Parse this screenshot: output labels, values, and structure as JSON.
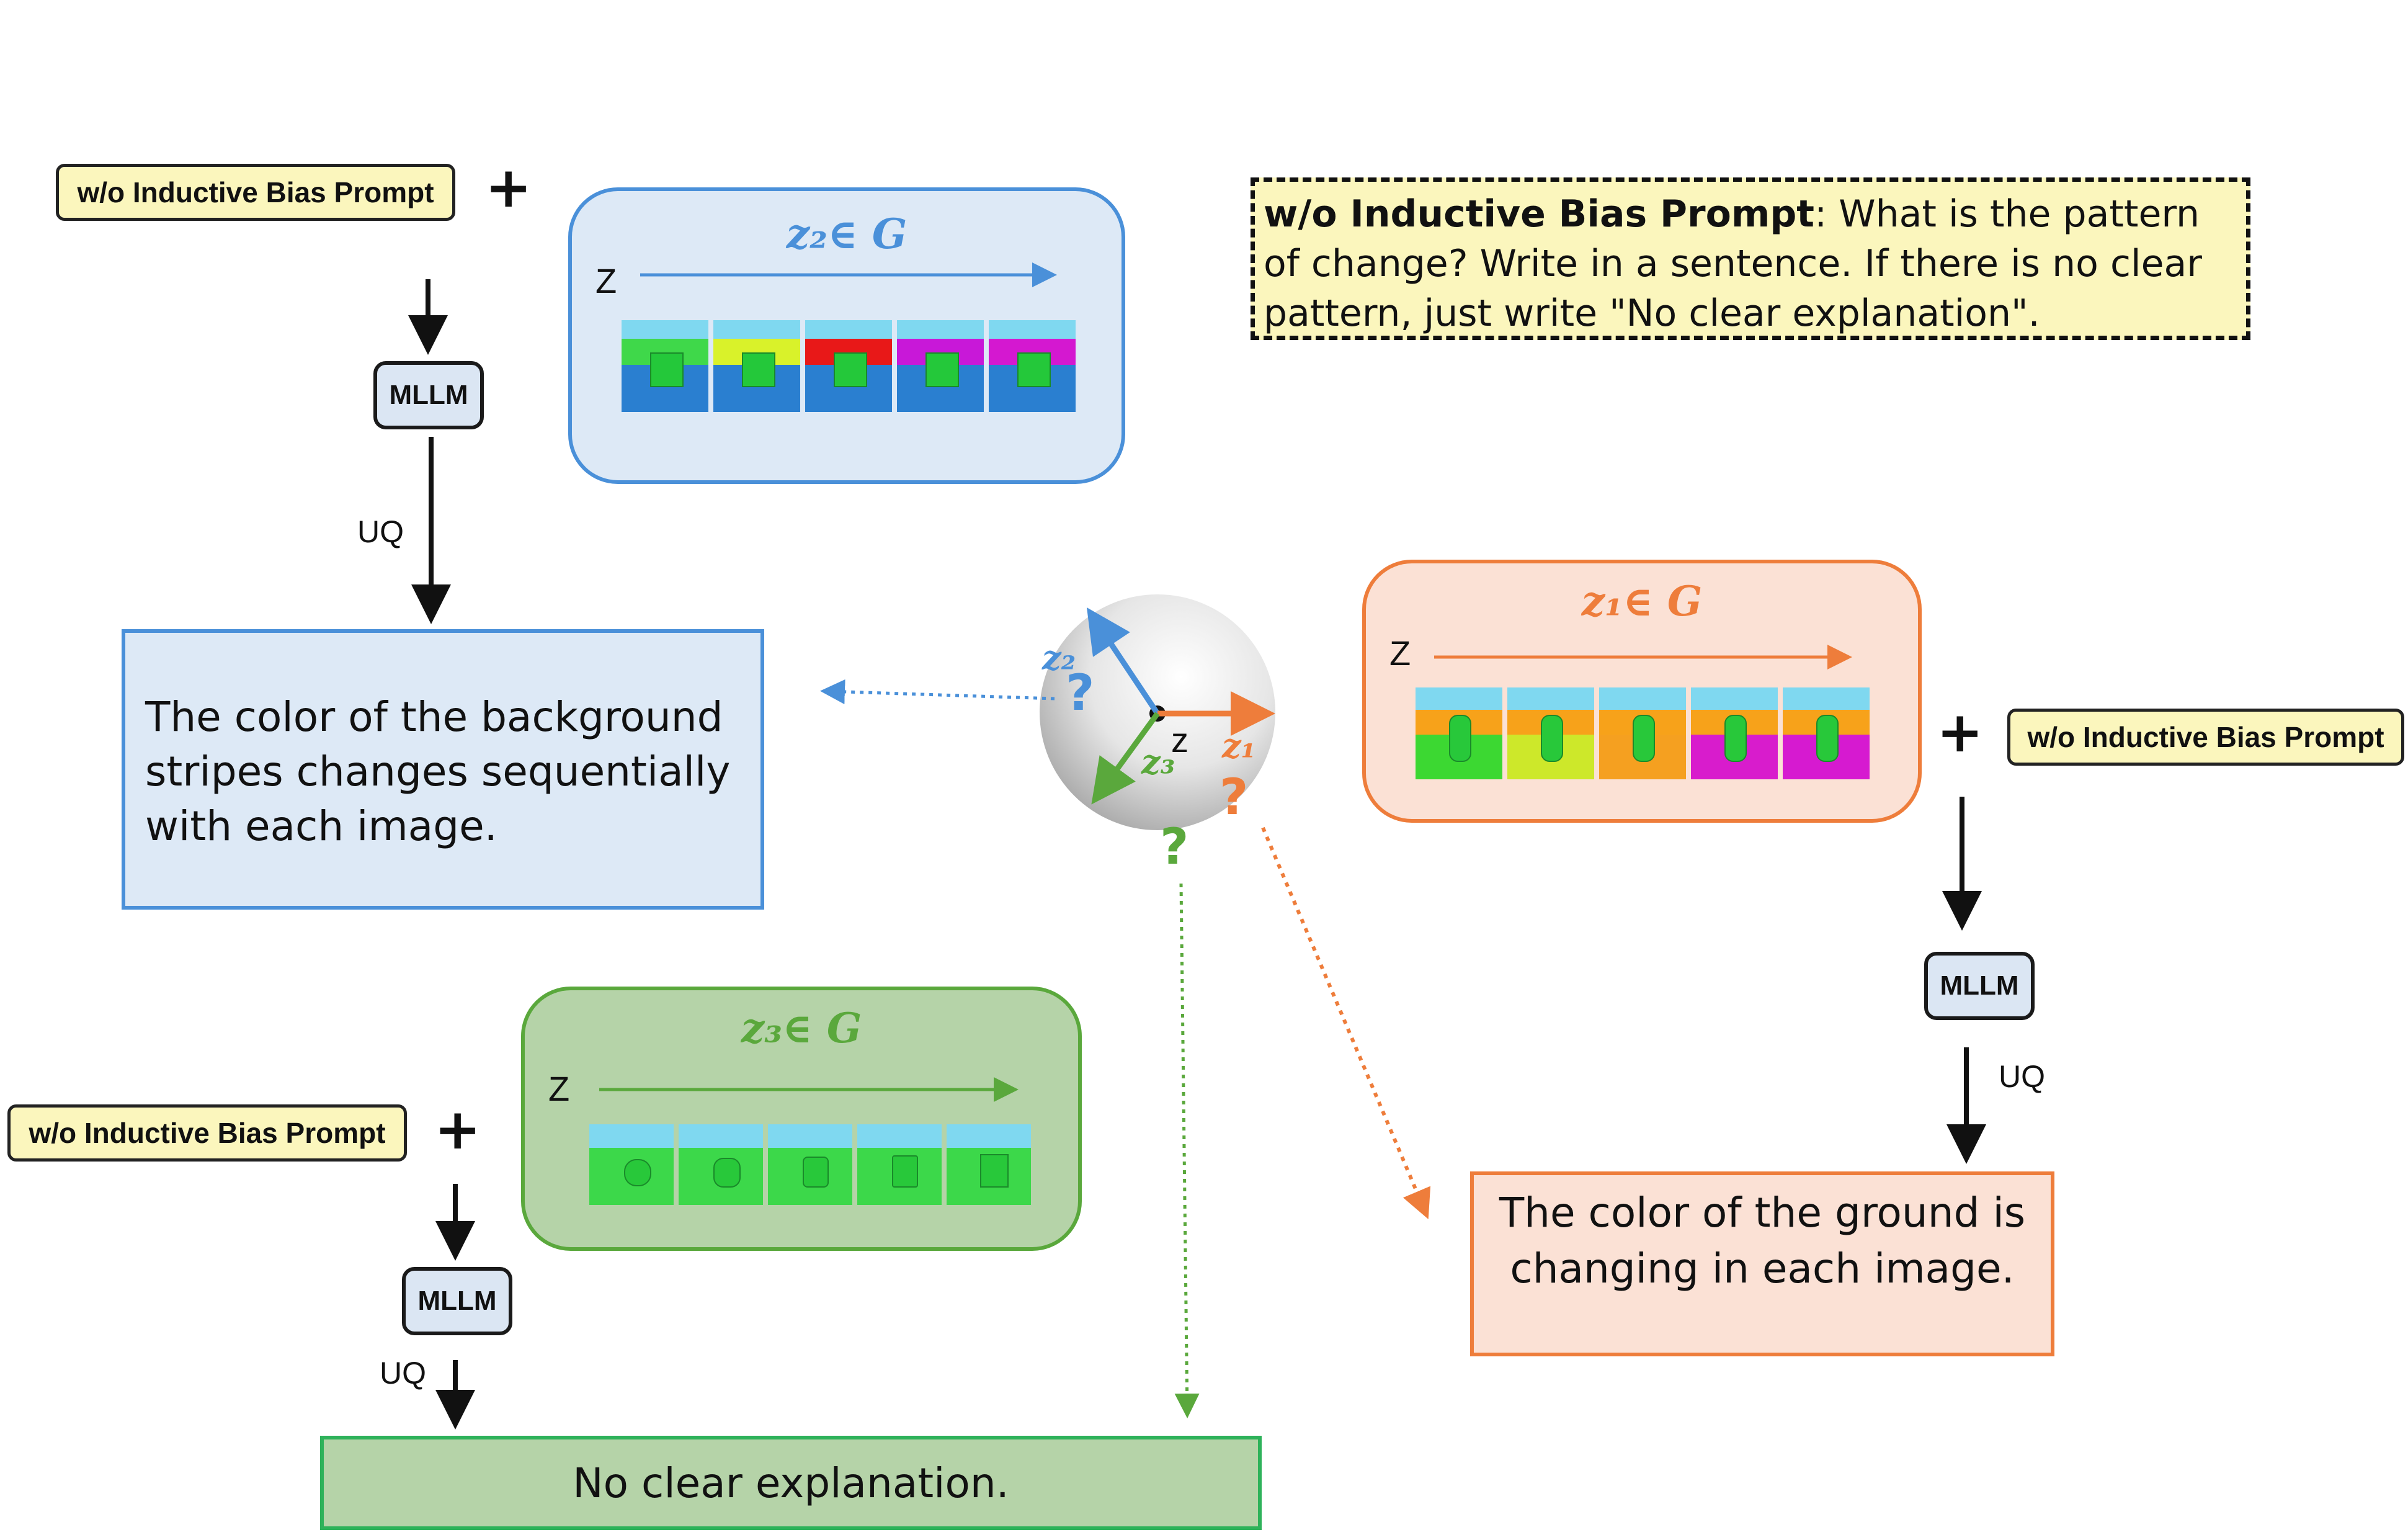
{
  "prompt_tag_label": "w/o Inductive Bias Prompt",
  "plus_sign": "+",
  "mllm_label": "MLLM",
  "uq_label": "UQ",
  "z_label": "Z",
  "description": {
    "bold": "w/o Inductive Bias Prompt",
    "rest": ": What is the pattern of change? Write in a sentence. If there is no clear pattern, just write \"No clear explanation\"."
  },
  "panels": {
    "z2": {
      "title": "z₂∈ G",
      "color": "#4a90d9",
      "fill": "#dde9f6"
    },
    "z1": {
      "title": "z₁∈ G",
      "color": "#ee7d3b",
      "fill": "#fbe1d5"
    },
    "z3": {
      "title": "z₃∈ G",
      "color": "#5aa83c",
      "fill": "#b5d3a8"
    }
  },
  "answers": {
    "z2": "The color of the background stripes changes sequentially with each image.",
    "z1": "The color of the ground is changing in each image.",
    "z3": "No clear explanation."
  },
  "sphere": {
    "center_label": "z",
    "axis_z1": "z₁",
    "axis_z2": "z₂",
    "axis_z3": "z₃",
    "question_mark": "?"
  },
  "colors": {
    "blue": "#4a90d9",
    "orange": "#ee7d3b",
    "green": "#5aa83c"
  }
}
